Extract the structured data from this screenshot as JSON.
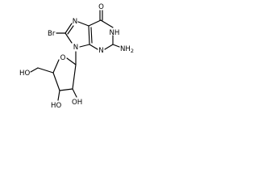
{
  "molecule": {
    "atoms": {
      "carbonyl_oxygen": "O",
      "ring_nh": "NH",
      "amino_group": "NH",
      "amino_subscript": "2",
      "pyrimidine_n3": "N",
      "imidazole_n7": "N",
      "imidazole_n9": "N",
      "bromine": "Br",
      "ribose_oxygen": "O",
      "hydroxymethyl": "HO",
      "hydroxyl_3": "HO",
      "hydroxyl_2": "OH"
    }
  }
}
